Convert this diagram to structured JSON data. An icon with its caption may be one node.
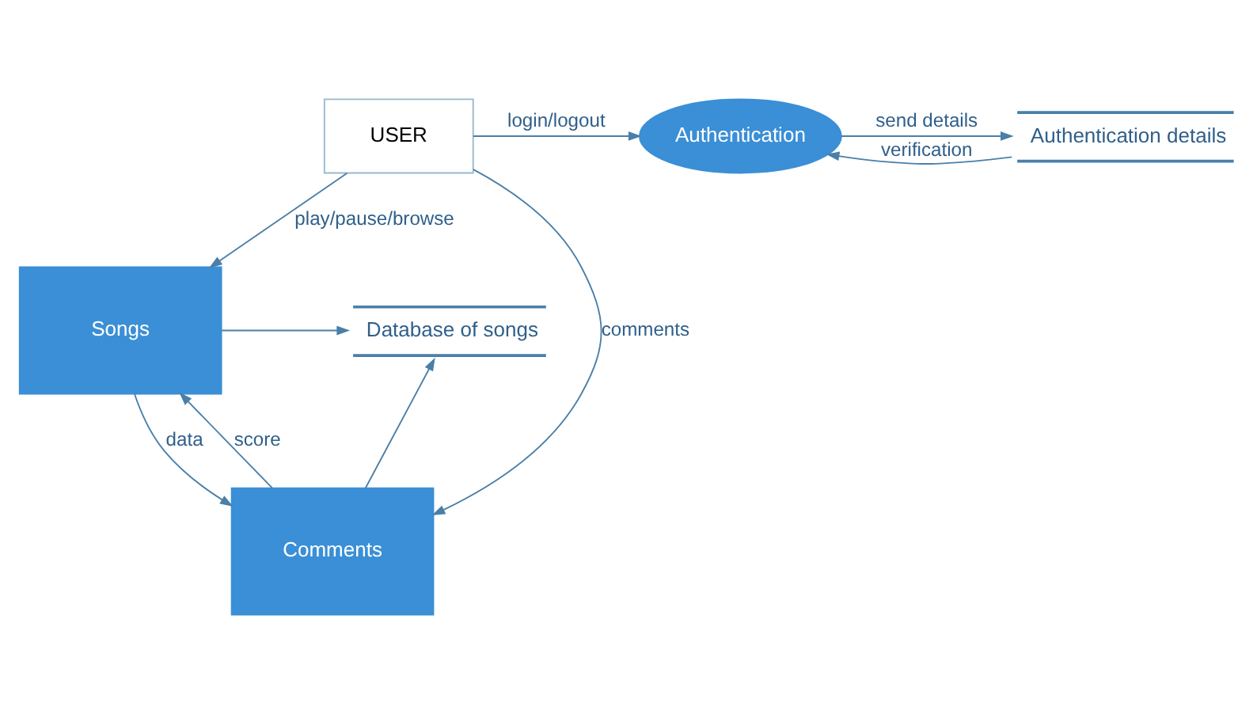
{
  "diagram": {
    "nodes": [
      {
        "text": [
          "USER"
        ]
      },
      {
        "text": [
          "Authentication"
        ]
      },
      {
        "text": [
          "Authentication details"
        ]
      },
      {
        "text": [
          "Songs"
        ]
      },
      {
        "text": [
          "Database of songs"
        ]
      },
      {
        "text": [
          "Comments"
        ]
      }
    ],
    "edges": [
      {
        "from": 0,
        "to": 1,
        "arrow": "to",
        "label": "login/logout"
      },
      {
        "from": 1,
        "to": 2,
        "arrow": "to",
        "label": "send details"
      },
      {
        "from": 2,
        "to": 1,
        "arrow": "to",
        "label": "verification"
      },
      {
        "from": 0,
        "to": 3,
        "arrow": "to",
        "label": "play/pause/browse"
      },
      {
        "from": 0,
        "to": 5,
        "arrow": "to",
        "label": "comments"
      },
      {
        "from": 3,
        "to": 4,
        "arrow": "to"
      },
      {
        "from": 5,
        "to": 3,
        "arrow": "to",
        "label": "score"
      },
      {
        "from": 3,
        "to": 5,
        "arrow": "to",
        "label": "data"
      },
      {
        "from": 5,
        "to": 4,
        "arrow": "to"
      }
    ]
  }
}
